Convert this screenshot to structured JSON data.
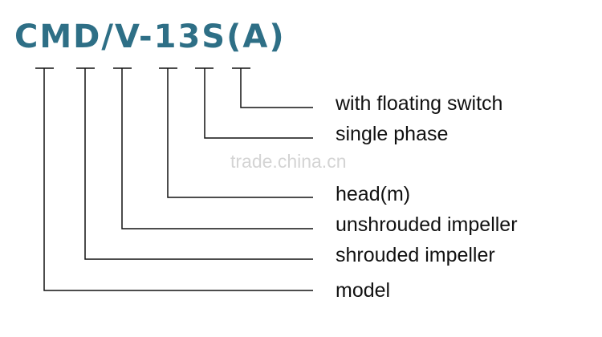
{
  "model_code": "CMD/V-13S(A)",
  "colors": {
    "code": "#2e6f86",
    "lines": "#111111",
    "watermark": "#d4d4d4"
  },
  "watermark": "trade.china.cn",
  "labels": [
    "with floating switch",
    "single phase",
    "head(m)",
    "unshrouded impeller",
    "shrouded impeller",
    "model"
  ]
}
